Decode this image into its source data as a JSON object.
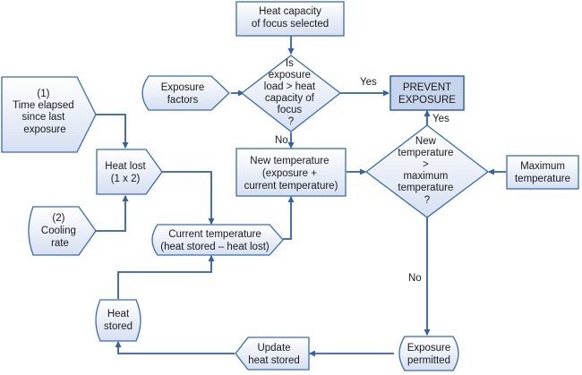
{
  "nodes": {
    "heat_capacity": [
      "Heat capacity",
      "of focus selected"
    ],
    "exposure_factors": [
      "Exposure",
      "factors"
    ],
    "decision_load": [
      "Is",
      "exposure",
      "load > heat",
      "capacity of",
      "focus",
      "?"
    ],
    "prevent": [
      "PREVENT",
      "EXPOSURE"
    ],
    "time_elapsed": [
      "(1)",
      "Time elapsed",
      "since last",
      "exposure"
    ],
    "heat_lost": [
      "Heat lost",
      "(1 x 2)"
    ],
    "cooling_rate": [
      "(2)",
      "Cooling",
      "rate"
    ],
    "new_temp": [
      "New temperature",
      "(exposure +",
      "current temperature)"
    ],
    "decision_temp": [
      "New",
      "temperature",
      ">",
      "maximum",
      "temperature",
      "?"
    ],
    "max_temp": [
      "Maximum",
      "temperature"
    ],
    "current_temp": [
      "Current temperature",
      "(heat stored – heat lost)"
    ],
    "heat_stored": [
      "Heat",
      "stored"
    ],
    "update_heat": [
      "Update",
      "heat stored"
    ],
    "permitted": [
      "Exposure",
      "permitted"
    ]
  },
  "edge_labels": {
    "yes_top": "Yes",
    "no_top": "No",
    "yes_right": "Yes",
    "no_right": "No"
  },
  "colors": {
    "edge": "#2f5fb0",
    "node_fill_top": "#ffffff",
    "node_fill_bottom": "#d6e0f1",
    "node_border": "#3a6bb0",
    "highlight_fill": "#c7d5ec"
  }
}
